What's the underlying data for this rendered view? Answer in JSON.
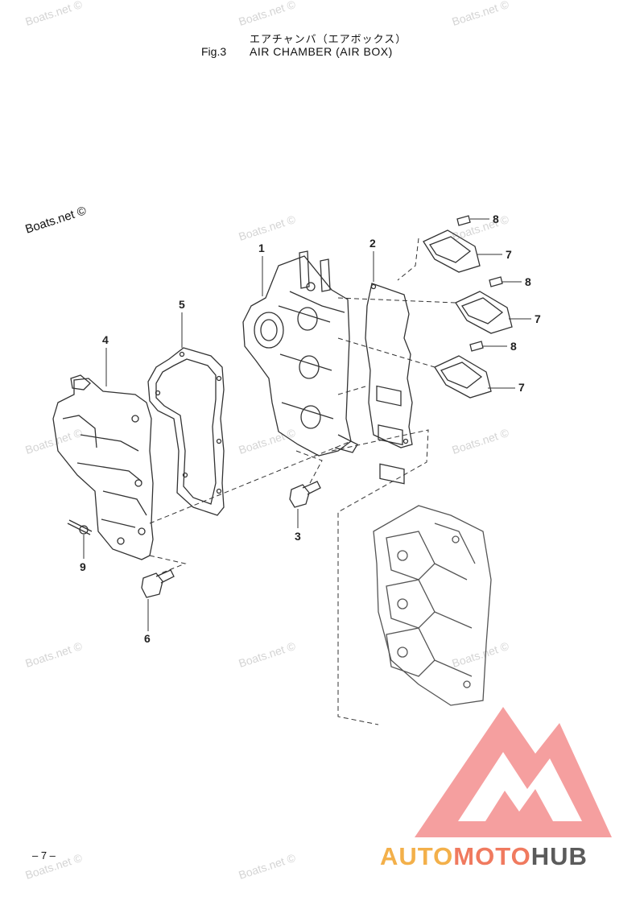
{
  "header": {
    "title_jp": "エアチャンバ（エアボックス）",
    "fig_label": "Fig.3",
    "title_en": "AIR CHAMBER (AIR BOX)"
  },
  "watermark": {
    "text": "Boats.net ©"
  },
  "callouts": [
    "1",
    "2",
    "3",
    "4",
    "5",
    "6",
    "7",
    "7",
    "7",
    "8",
    "8",
    "8",
    "9"
  ],
  "page_number": "– 7 –",
  "logo": {
    "part1": "AUTO",
    "part2": "MOTO",
    "part3": "HUB",
    "color_part1": "#f3b04a",
    "color_part2": "#f07a5f",
    "color_part3": "#5b5b5b",
    "triangle_color": "#ec5050"
  }
}
